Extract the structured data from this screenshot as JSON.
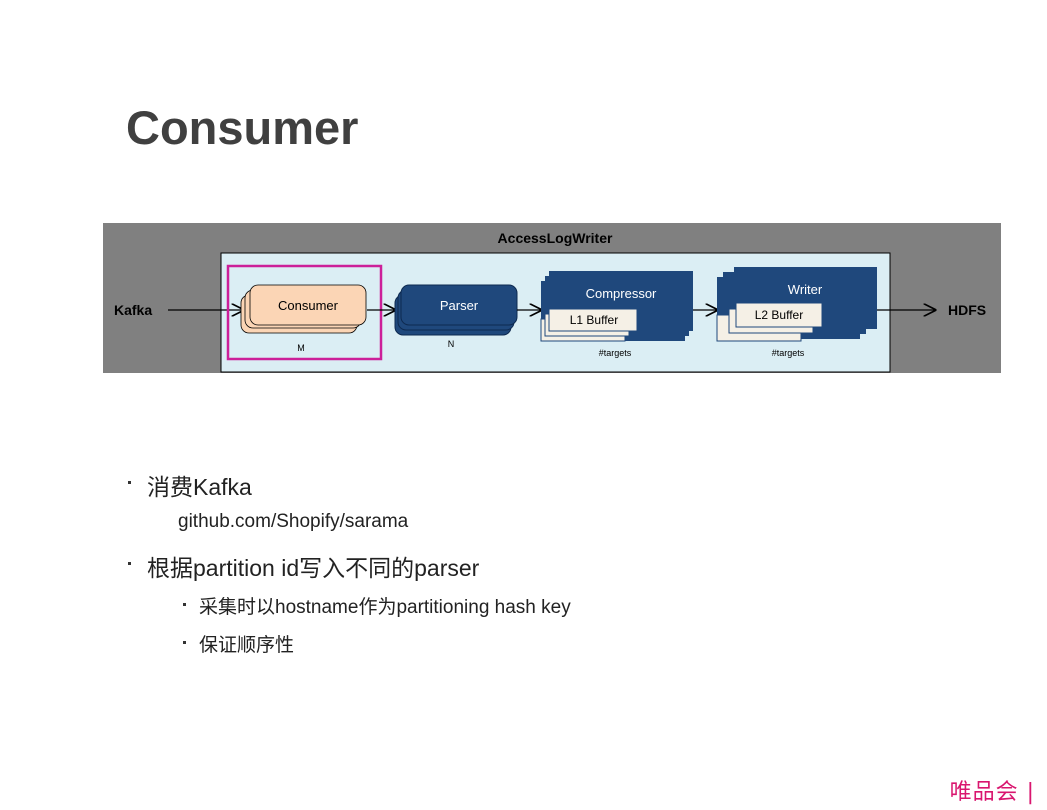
{
  "page": {
    "title": "Consumer"
  },
  "diagram": {
    "container_label": "AccessLogWriter",
    "source": "Kafka",
    "sink": "HDFS",
    "stages": [
      {
        "label": "Consumer",
        "count": "M"
      },
      {
        "label": "Parser",
        "count": "N"
      },
      {
        "label": "Compressor",
        "buffer": "L1 Buffer",
        "count": "#targets"
      },
      {
        "label": "Writer",
        "buffer": "L2 Buffer",
        "count": "#targets"
      }
    ],
    "colors": {
      "consumer_fill": "#fbd5b5",
      "stage_fill": "#1f487c",
      "highlight": "#cc2099",
      "container_bg": "#dbeef4",
      "band_bg": "#808080"
    }
  },
  "bullets": [
    {
      "text": "消费Kafka",
      "sub_text": "github.com/Shopify/sarama"
    },
    {
      "text": "根据partition id写入不同的parser",
      "children": [
        "采集时以hostname作为partitioning hash key",
        "保证顺序性"
      ]
    }
  ],
  "footer": {
    "logo": "唯品会 |"
  }
}
